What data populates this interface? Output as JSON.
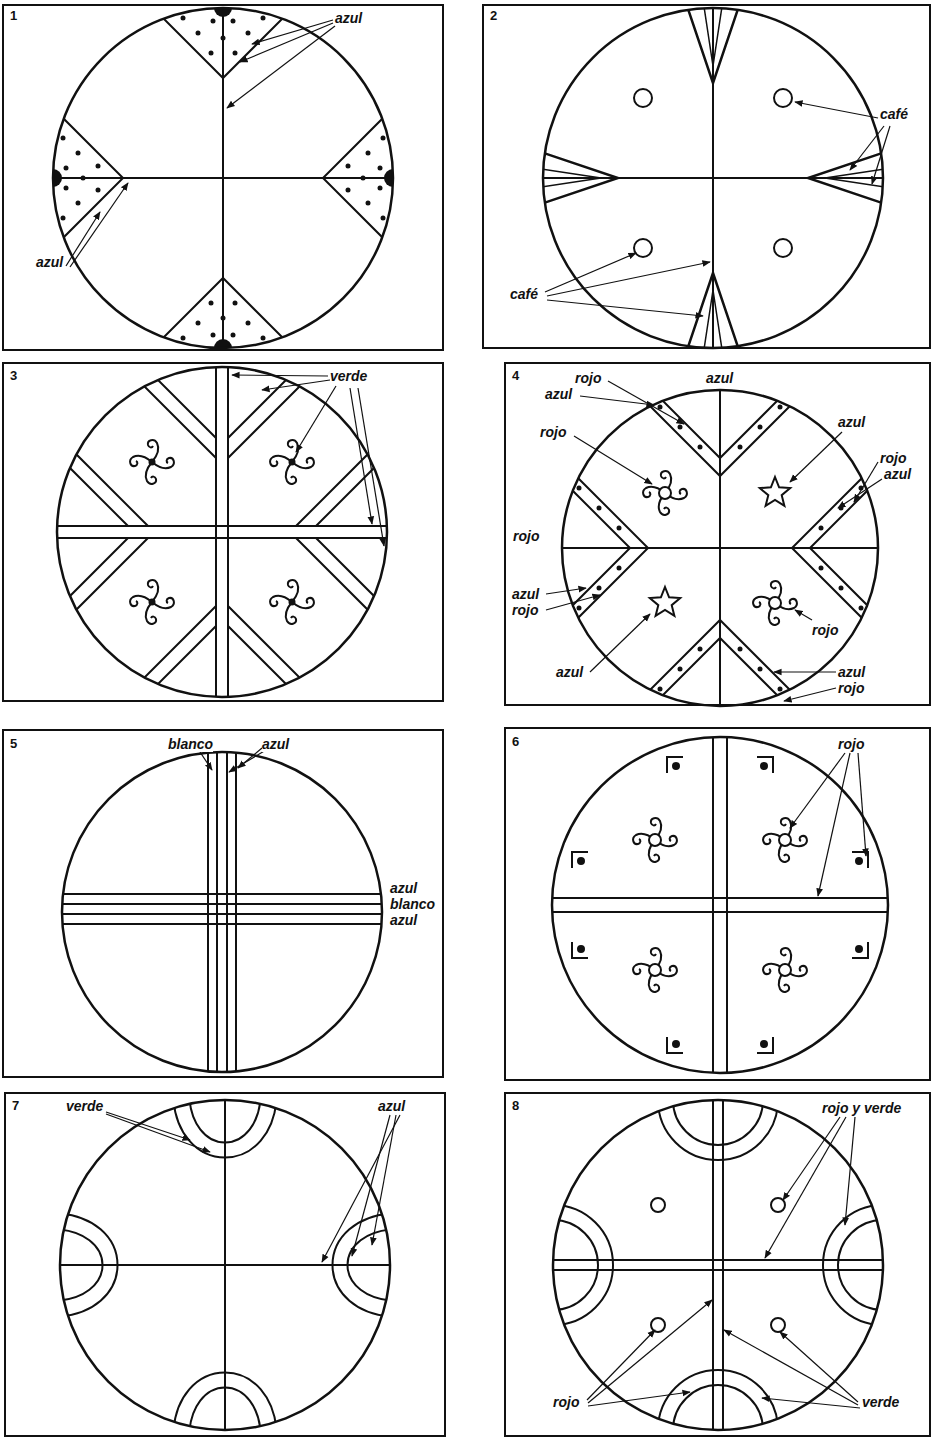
{
  "diagram": {
    "labels": [
      "1",
      "azul",
      "azul",
      "2",
      "café",
      "café",
      "3",
      "verde",
      "4",
      "rojo",
      "azul",
      "azul",
      "azul",
      "rojo",
      "rojo",
      "azul",
      "rojo",
      "azul",
      "rojo",
      "azul",
      "rojo",
      "azul",
      "rojo",
      "5",
      "blanco",
      "azul",
      "azul",
      "blanco",
      "azul",
      "6",
      "rojo",
      "7",
      "verde",
      "azul",
      "8",
      "rojo y verde",
      "rojo",
      "verde"
    ]
  }
}
